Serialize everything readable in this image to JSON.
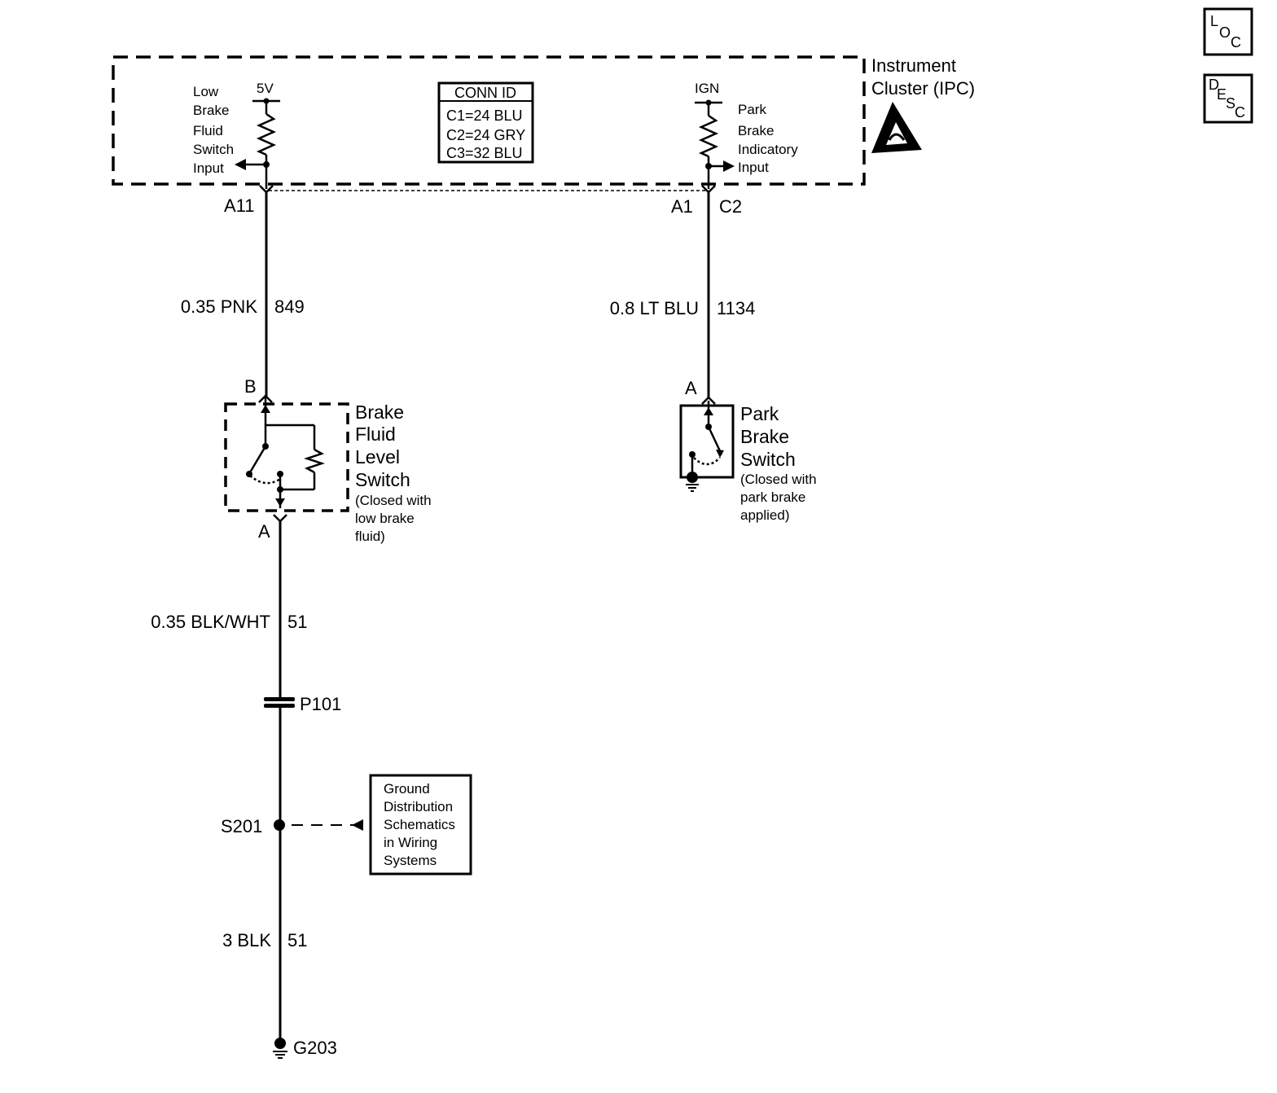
{
  "module": {
    "name_line1": "Instrument",
    "name_line2": "Cluster (IPC)",
    "conn_id": {
      "title": "CONN ID",
      "rows": [
        "C1=24 BLU",
        "C2=24 GRY",
        "C3=32 BLU"
      ]
    },
    "low_brake_input": {
      "supply": "5V",
      "lines": [
        "Low",
        "Brake",
        "Fluid",
        "Switch",
        "Input"
      ]
    },
    "park_brake_input": {
      "supply": "IGN",
      "lines": [
        "Park",
        "Brake",
        "Indicatory",
        "Input"
      ]
    }
  },
  "corner_badges": {
    "loc": [
      "L",
      "O",
      "C"
    ],
    "desc": [
      "D",
      "E",
      "S",
      "C"
    ]
  },
  "pins": {
    "ipc_left": "A11",
    "ipc_right_a": "A1",
    "ipc_right_c": "C2",
    "bfl_top": "B",
    "bfl_bottom": "A",
    "park_top": "A"
  },
  "wires": {
    "w849": {
      "gauge_color": "0.35 PNK",
      "circuit": "849"
    },
    "w1134": {
      "gauge_color": "0.8 LT BLU",
      "circuit": "1134"
    },
    "w51a": {
      "gauge_color": "0.35 BLK/WHT",
      "circuit": "51"
    },
    "w51b": {
      "gauge_color": "3 BLK",
      "circuit": "51"
    }
  },
  "brake_fluid_switch": {
    "name_lines": [
      "Brake",
      "Fluid",
      "Level",
      "Switch"
    ],
    "note_lines": [
      "(Closed with",
      "low brake",
      "fluid)"
    ]
  },
  "park_brake_switch": {
    "name_lines": [
      "Park",
      "Brake",
      "Switch"
    ],
    "note_lines": [
      "(Closed with",
      "park brake",
      "applied)"
    ]
  },
  "connectors": {
    "inline": "P101",
    "splice": "S201",
    "ground": "G203"
  },
  "reference_box": {
    "lines": [
      "Ground",
      "Distribution",
      "Schematics",
      "in Wiring",
      "Systems"
    ]
  }
}
